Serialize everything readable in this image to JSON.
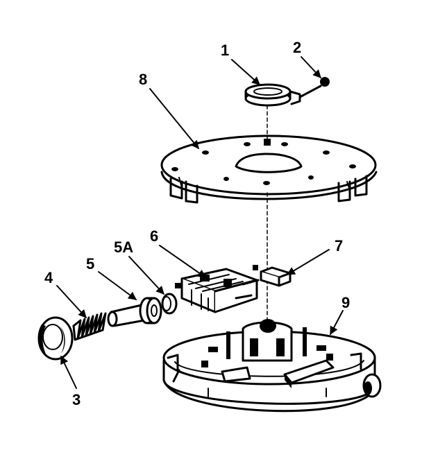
{
  "callouts": [
    {
      "id": "1",
      "label": "1"
    },
    {
      "id": "2",
      "label": "2"
    },
    {
      "id": "3",
      "label": "3"
    },
    {
      "id": "4",
      "label": "4"
    },
    {
      "id": "5",
      "label": "5"
    },
    {
      "id": "5A",
      "label": "5A"
    },
    {
      "id": "6",
      "label": "6"
    },
    {
      "id": "7",
      "label": "7"
    },
    {
      "id": "8",
      "label": "8"
    },
    {
      "id": "9",
      "label": "9"
    }
  ]
}
